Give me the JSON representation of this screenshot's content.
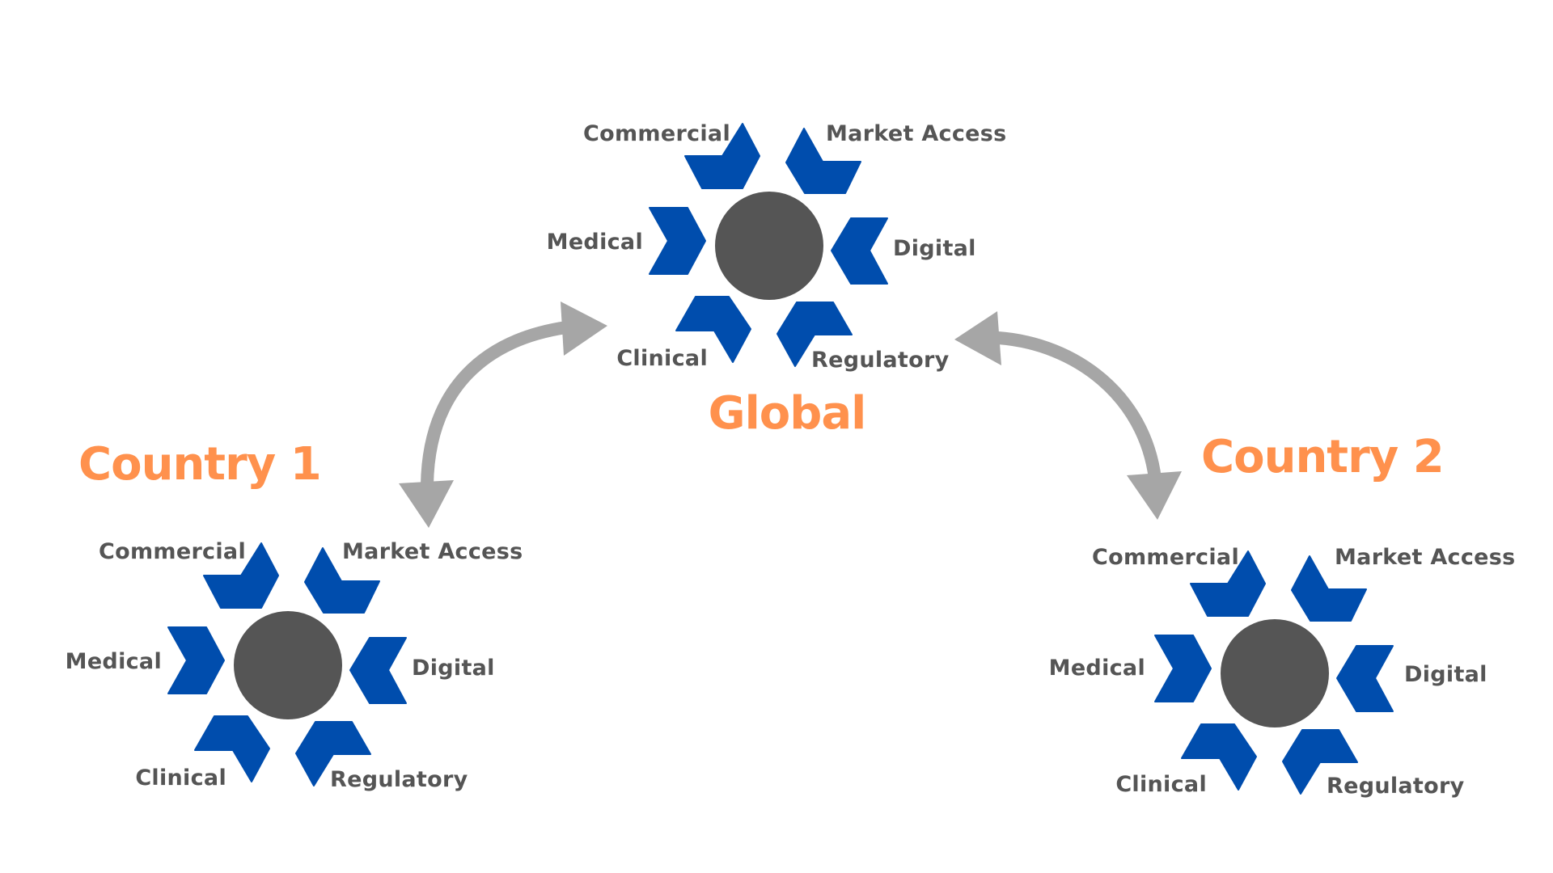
{
  "colors": {
    "chevron": "#004DAD",
    "hub": "#555555",
    "label": "#555555",
    "title": "#FF914D",
    "arrow": "#A6A6A6"
  },
  "clusters": [
    {
      "id": "global",
      "title": "Global",
      "functions": {
        "commercial": "Commercial",
        "market_access": "Market Access",
        "medical": "Medical",
        "digital": "Digital",
        "clinical": "Clinical",
        "regulatory": "Regulatory"
      }
    },
    {
      "id": "country-1",
      "title": "Country 1",
      "functions": {
        "commercial": "Commercial",
        "market_access": "Market Access",
        "medical": "Medical",
        "digital": "Digital",
        "clinical": "Clinical",
        "regulatory": "Regulatory"
      }
    },
    {
      "id": "country-2",
      "title": "Country 2",
      "functions": {
        "commercial": "Commercial",
        "market_access": "Market Access",
        "medical": "Medical",
        "digital": "Digital",
        "clinical": "Clinical",
        "regulatory": "Regulatory"
      }
    }
  ],
  "connections": [
    {
      "from": "Global",
      "to": "Country 1",
      "direction": "bidirectional"
    },
    {
      "from": "Global",
      "to": "Country 2",
      "direction": "bidirectional"
    }
  ]
}
